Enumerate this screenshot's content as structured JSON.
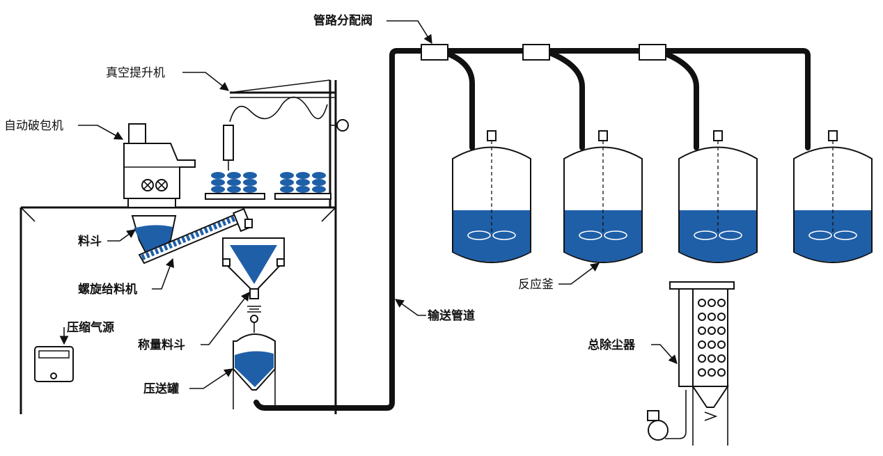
{
  "labels": {
    "pipeline_valve": "管路分配阀",
    "vacuum_lifter": "真空提升机",
    "auto_bag_breaker": "自动破包机",
    "hopper": "料斗",
    "screw_feeder": "螺旋给料机",
    "compressed_air": "压缩气源",
    "weighing_hopper": "称量料斗",
    "pressure_tank": "压送罐",
    "conveying_pipe": "输送管道",
    "reactor": "反应釜",
    "dust_collector": "总除尘器"
  },
  "colors": {
    "liquid": "#1f5fa8",
    "line": "#111111",
    "background": "#ffffff"
  },
  "icons": {
    "arrow": "leader-arrow",
    "agitator": "agitator-icon",
    "fan": "fan-icon"
  }
}
